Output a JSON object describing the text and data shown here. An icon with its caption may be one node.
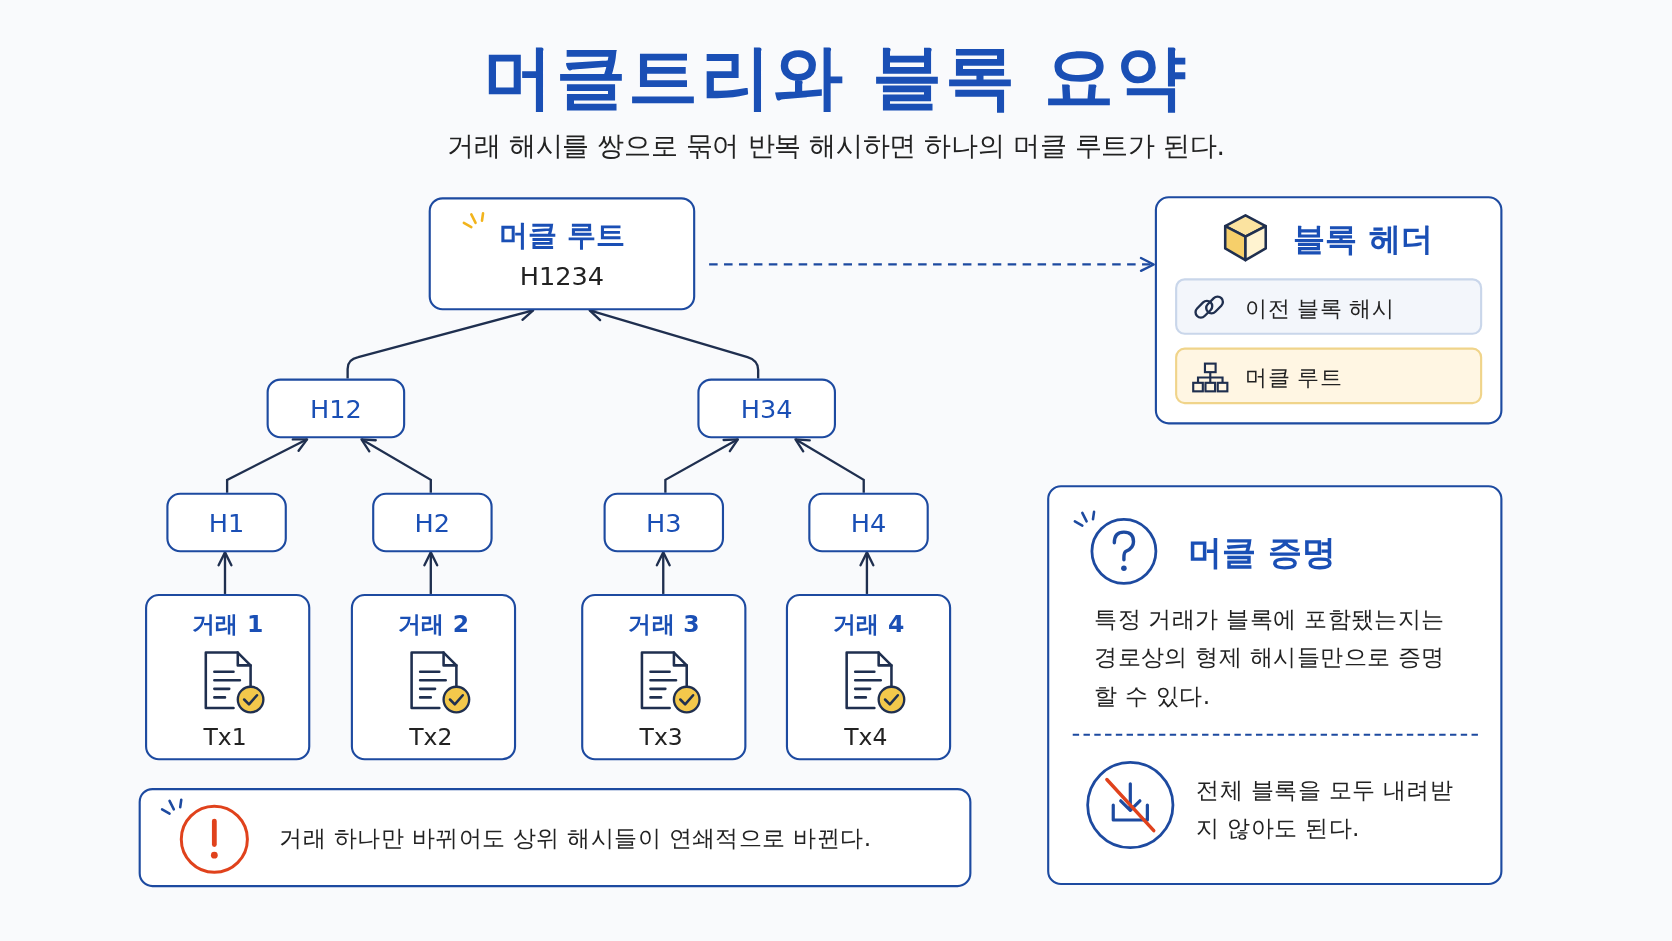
{
  "diagram": {
    "title": "머클트리와 블록 요약",
    "nodes": [
      {
        "text": [
          "머클 루트",
          "H1234"
        ]
      },
      {
        "text": [
          "H12"
        ]
      },
      {
        "text": [
          "H34"
        ]
      },
      {
        "text": [
          "H1"
        ]
      },
      {
        "text": [
          "H2"
        ]
      },
      {
        "text": [
          "H3"
        ]
      },
      {
        "text": [
          "H4"
        ]
      },
      {
        "text": [
          "거래 1",
          "Tx1"
        ]
      },
      {
        "text": [
          "거래 2",
          "Tx2"
        ]
      },
      {
        "text": [
          "거래 3",
          "Tx3"
        ]
      },
      {
        "text": [
          "거래 4",
          "Tx4"
        ]
      },
      {
        "text": [
          "블록 헤더"
        ]
      },
      {
        "text": [
          "이전 블록 해시"
        ],
        "in": 11
      },
      {
        "text": [
          "머클 루트"
        ],
        "in": 11
      },
      {
        "text": [
          "머클 증명",
          "특정 거래가 블록에 포함됐는지는 경로상의 형제 해시들만으로 증명할 수 있다.",
          "전체 블록을 모두 내려받지 않아도 된다."
        ]
      },
      {
        "text": [
          "거래 하나만 바뀌어도 상위 해시들이 연쇄적으로 바뀐다."
        ]
      }
    ],
    "edges": [
      {
        "from": 1,
        "to": 0,
        "arrow": "to"
      },
      {
        "from": 2,
        "to": 0,
        "arrow": "to"
      },
      {
        "from": 3,
        "to": 1,
        "arrow": "to"
      },
      {
        "from": 4,
        "to": 1,
        "arrow": "to"
      },
      {
        "from": 5,
        "to": 2,
        "arrow": "to"
      },
      {
        "from": 6,
        "to": 2,
        "arrow": "to"
      },
      {
        "from": 7,
        "to": 3,
        "arrow": "to"
      },
      {
        "from": 8,
        "to": 4,
        "arrow": "to"
      },
      {
        "from": 9,
        "to": 5,
        "arrow": "to"
      },
      {
        "from": 10,
        "to": 6,
        "arrow": "to"
      },
      {
        "from": 0,
        "to": 11,
        "arrow": "to",
        "style": "dashed",
        "color": "#1d4aa0"
      }
    ],
    "labels": [
      "거래 해시를 쌍으로 묶어 반복 해시하면 하나의 머클 루트가 된다."
    ]
  }
}
